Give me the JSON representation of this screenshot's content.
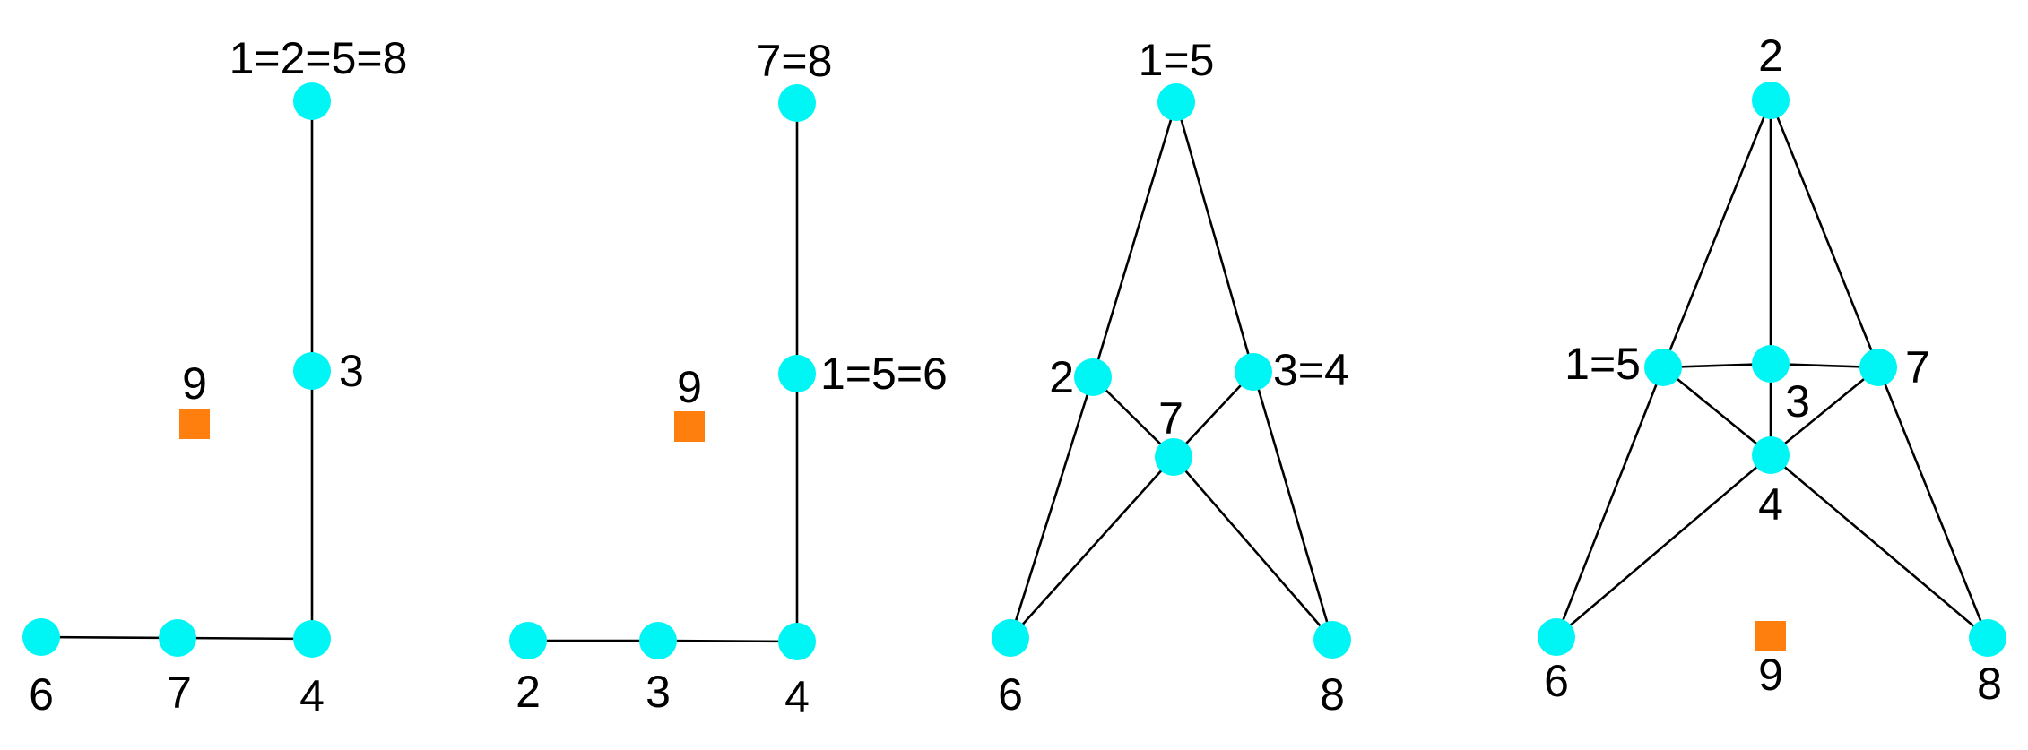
{
  "colors": {
    "node": "#00f5f5",
    "isolated_node": "#ff7f0e",
    "edge": "#000000",
    "label": "#000000"
  },
  "graphs": [
    {
      "nodes": [
        {
          "id": "n1",
          "label": "1=2=5=8",
          "shape": "circle"
        },
        {
          "id": "n2",
          "label": "3",
          "shape": "circle"
        },
        {
          "id": "n3",
          "label": "4",
          "shape": "circle"
        },
        {
          "id": "n4",
          "label": "7",
          "shape": "circle"
        },
        {
          "id": "n5",
          "label": "6",
          "shape": "circle"
        },
        {
          "id": "n6",
          "label": "9",
          "shape": "square"
        }
      ],
      "edges": [
        [
          "n1",
          "n2"
        ],
        [
          "n2",
          "n3"
        ],
        [
          "n3",
          "n4"
        ],
        [
          "n4",
          "n5"
        ]
      ]
    },
    {
      "nodes": [
        {
          "id": "n1",
          "label": "7=8",
          "shape": "circle"
        },
        {
          "id": "n2",
          "label": "1=5=6",
          "shape": "circle"
        },
        {
          "id": "n3",
          "label": "4",
          "shape": "circle"
        },
        {
          "id": "n4",
          "label": "3",
          "shape": "circle"
        },
        {
          "id": "n5",
          "label": "2",
          "shape": "circle"
        },
        {
          "id": "n6",
          "label": "9",
          "shape": "square"
        }
      ],
      "edges": [
        [
          "n1",
          "n2"
        ],
        [
          "n2",
          "n3"
        ],
        [
          "n3",
          "n4"
        ],
        [
          "n4",
          "n5"
        ]
      ]
    },
    {
      "nodes": [
        {
          "id": "n1",
          "label": "1=5",
          "shape": "circle"
        },
        {
          "id": "n2",
          "label": "2",
          "shape": "circle"
        },
        {
          "id": "n3",
          "label": "3=4",
          "shape": "circle"
        },
        {
          "id": "n4",
          "label": "7",
          "shape": "circle"
        },
        {
          "id": "n5",
          "label": "6",
          "shape": "circle"
        },
        {
          "id": "n6",
          "label": "8",
          "shape": "circle"
        }
      ],
      "edges": [
        [
          "n1",
          "n2"
        ],
        [
          "n1",
          "n3"
        ],
        [
          "n2",
          "n4"
        ],
        [
          "n3",
          "n4"
        ],
        [
          "n2",
          "n5"
        ],
        [
          "n3",
          "n6"
        ],
        [
          "n4",
          "n5"
        ],
        [
          "n4",
          "n6"
        ]
      ]
    },
    {
      "nodes": [
        {
          "id": "n1",
          "label": "2",
          "shape": "circle"
        },
        {
          "id": "n2",
          "label": "1=5",
          "shape": "circle"
        },
        {
          "id": "n3",
          "label": "3",
          "shape": "circle"
        },
        {
          "id": "n4",
          "label": "7",
          "shape": "circle"
        },
        {
          "id": "n5",
          "label": "4",
          "shape": "circle"
        },
        {
          "id": "n6",
          "label": "6",
          "shape": "circle"
        },
        {
          "id": "n7",
          "label": "8",
          "shape": "circle"
        },
        {
          "id": "n8",
          "label": "9",
          "shape": "square"
        }
      ],
      "edges": [
        [
          "n1",
          "n2"
        ],
        [
          "n1",
          "n3"
        ],
        [
          "n1",
          "n4"
        ],
        [
          "n2",
          "n3"
        ],
        [
          "n3",
          "n4"
        ],
        [
          "n2",
          "n5"
        ],
        [
          "n3",
          "n5"
        ],
        [
          "n4",
          "n5"
        ],
        [
          "n2",
          "n6"
        ],
        [
          "n4",
          "n7"
        ],
        [
          "n5",
          "n6"
        ],
        [
          "n5",
          "n7"
        ]
      ]
    }
  ]
}
